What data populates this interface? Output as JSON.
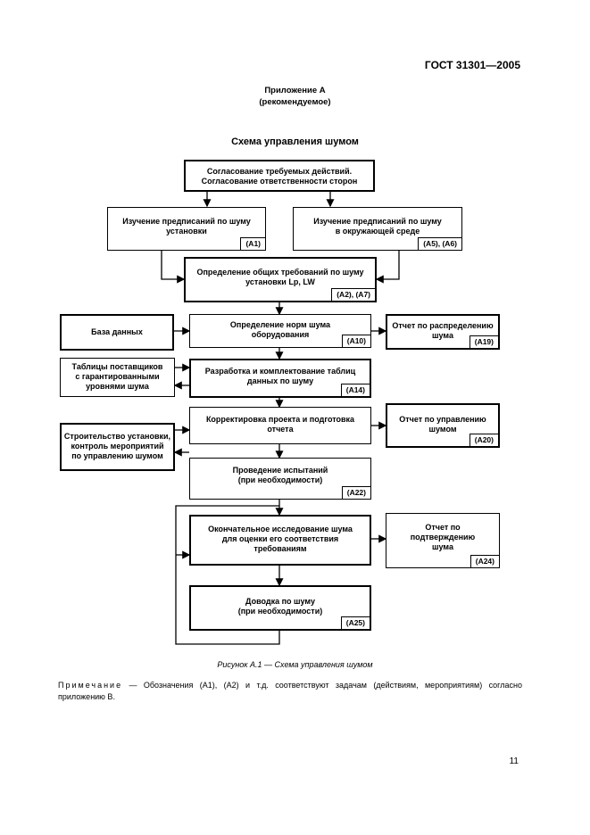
{
  "header": {
    "standard": "ГОСТ 31301—2005"
  },
  "appendix": {
    "title": "Приложение А",
    "subtitle": "(рекомендуемое)"
  },
  "scheme_title": "Схема управления шумом",
  "boxes": {
    "b1": {
      "text": "Согласование требуемых действий.\nСогласование ответственности сторон"
    },
    "b2": {
      "text": "Изучение предписаний по шуму\nустановки",
      "code": "(A1)"
    },
    "b3": {
      "text": "Изучение предписаний по шуму\nв окружающей среде",
      "code": "(A5), (A6)"
    },
    "b4": {
      "text": "Определение общих требований по шуму\nустановки Lp, LW",
      "code": "(A2), (A7)"
    },
    "b5": {
      "text": "Определение норм шума\nоборудования",
      "code": "(A10)"
    },
    "b6": {
      "text": "База данных"
    },
    "b7": {
      "text": "Отчет по распределению\nшума",
      "code": "(A19)"
    },
    "b8": {
      "text": "Таблицы поставщиков\nс гарантированными\nуровнями шума"
    },
    "b9": {
      "text": "Разработка и комплектование таблиц\nданных по шуму",
      "code": "(A14)"
    },
    "b10": {
      "text": "Корректировка проекта и подготовка\nотчета"
    },
    "b11": {
      "text": "Строительство установки,\nконтроль мероприятий\nпо управлению шумом"
    },
    "b12": {
      "text": "Отчет по управлению\nшумом",
      "code": "(A20)"
    },
    "b13": {
      "text": "Проведение испытаний\n(при необходимости)",
      "code": "(A22)"
    },
    "b14": {
      "text": "Окончательное исследование шума\nдля оценки его соответствия\nтребованиям"
    },
    "b15": {
      "text": "Отчет по\nподтверждению\nшума",
      "code": "(A24)"
    },
    "b16": {
      "text": "Доводка по шуму\n(при необходимости)",
      "code": "(A25)"
    }
  },
  "caption": "Рисунок А.1 — Схема управления шумом",
  "note": {
    "label": "Примечание",
    "text": "— Обозначения (А1), (А2) и т.д. соответствуют задачам (действиям, мероприятиям) согласно приложению В."
  },
  "page_number": "11"
}
